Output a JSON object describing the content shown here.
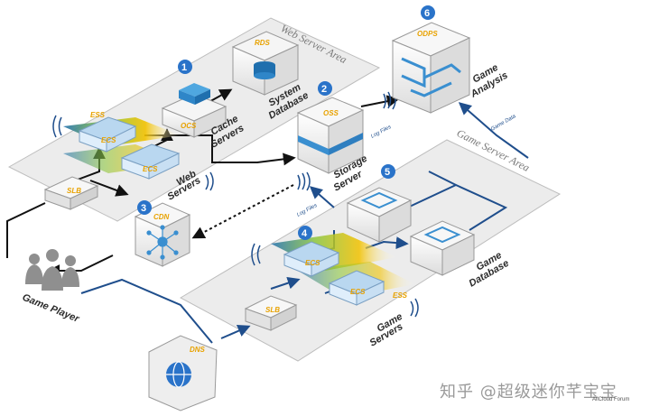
{
  "areas": {
    "web_server_area": "Web Server Area",
    "game_server_area": "Game Server Area"
  },
  "labels": {
    "cache_servers": [
      "Cache",
      "Servers"
    ],
    "system_database": [
      "System",
      "Database"
    ],
    "web_servers": [
      "Web",
      "Servers"
    ],
    "storage_server": [
      "Storage",
      "Server"
    ],
    "game_analysis": [
      "Game",
      "Analysis"
    ],
    "game_database": [
      "Game",
      "Database"
    ],
    "game_servers": [
      "Game",
      "Servers"
    ],
    "game_player": "Game Player"
  },
  "products": {
    "ess_web": "ESS",
    "ecs_web": "ECS",
    "slb_web": "SLB",
    "ocs": "OCS",
    "rds": "RDS",
    "oss": "OSS",
    "odps": "ODPS",
    "cdn": "CDN",
    "ess_game": "ESS",
    "ecs_game": "ECS",
    "slb_game": "SLB",
    "dns": "DNS"
  },
  "flow_labels": {
    "log_files_top": "Log Files",
    "log_files_mid": "Log Files",
    "game_data": "Game Data"
  },
  "badges": [
    "1",
    "2",
    "3",
    "4",
    "5",
    "6"
  ],
  "colors": {
    "line_blue": "#1f4e8c",
    "line_black": "#111111",
    "badge_blue": "#2a73c9",
    "panel_gray": "#e9e9e9",
    "accent_yellow": "#e8a200",
    "accent_green": "#9bc93a"
  },
  "watermark": "知乎 @超级迷你芊宝宝",
  "credit": "AliCloud Forum"
}
